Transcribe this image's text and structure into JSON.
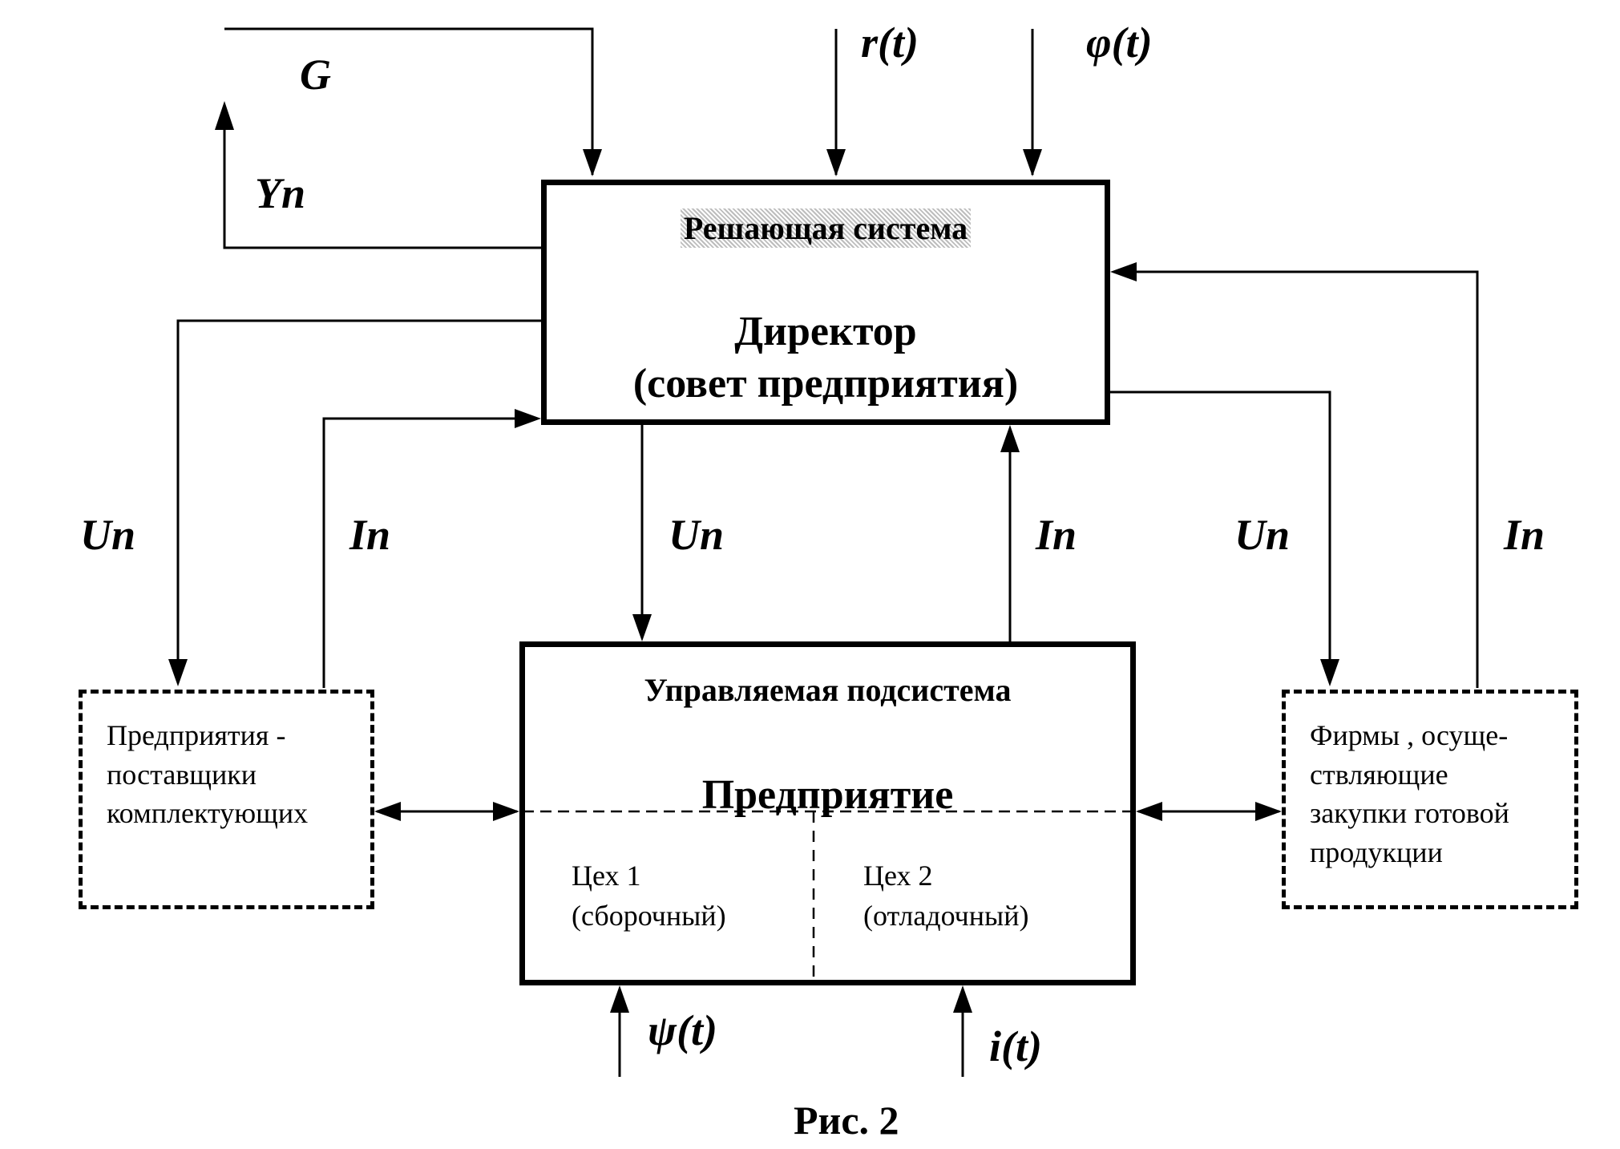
{
  "decision_system": {
    "header": "Решающая система",
    "title_line1": "Директор",
    "title_line2": "(совет предприятия)"
  },
  "managed_subsystem": {
    "header": "Управляемая подсистема",
    "title": "Предприятие",
    "shops": [
      {
        "name": "Цех 1",
        "type": "(сборочный)"
      },
      {
        "name": "Цех 2",
        "type": "(отладочный)"
      }
    ]
  },
  "suppliers": {
    "lines": [
      "Предприятия -",
      "поставщики",
      "комплектующих"
    ]
  },
  "buyers": {
    "lines": [
      "Фирмы , осуще-",
      "ствляющие",
      "закупки готовой",
      "продукции"
    ]
  },
  "signals": {
    "G": "G",
    "Yn": "Yn",
    "r": "r(t)",
    "phi": "φ(t)",
    "psi": "ψ(t)",
    "i": "i(t)",
    "un_left": "Un",
    "in_left": "In",
    "un_center": "Un",
    "in_center": "In",
    "un_right": "Un",
    "in_right": "In"
  },
  "caption": "Рис. 2"
}
